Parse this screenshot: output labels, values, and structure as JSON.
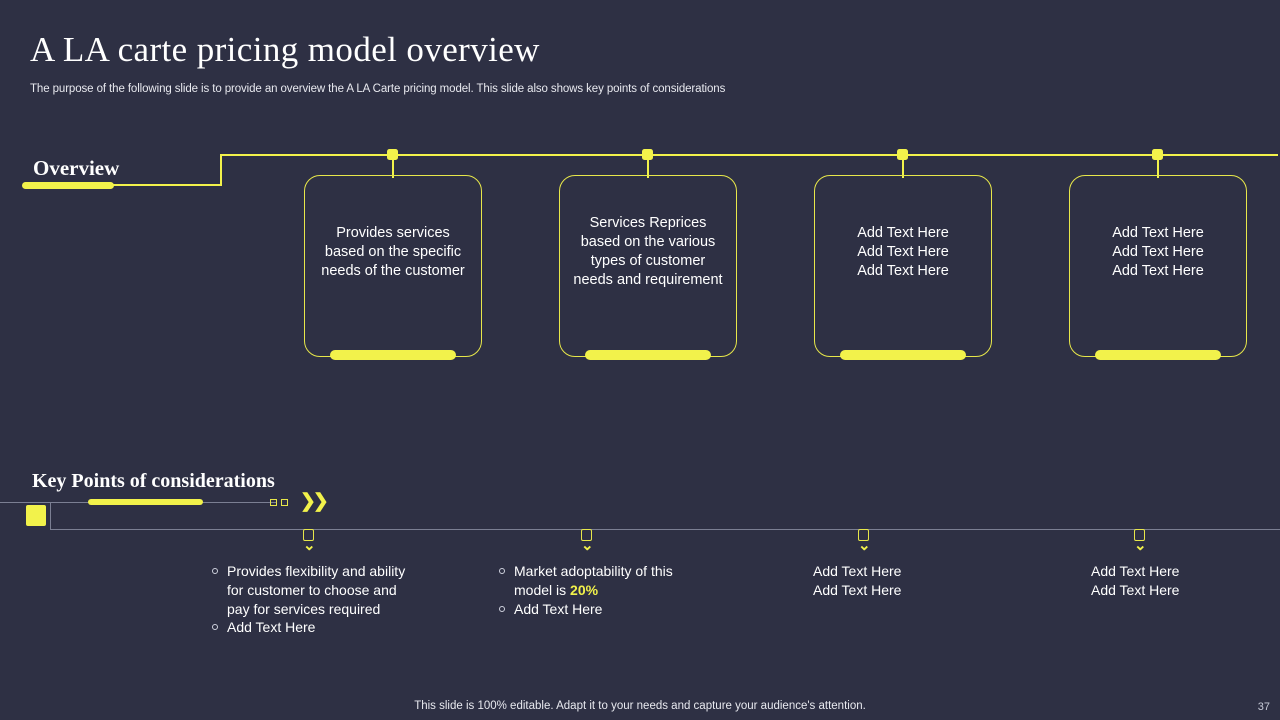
{
  "header": {
    "title": "A LA carte pricing model overview",
    "subtitle": "The purpose of the following slide is to provide an overview the A  LA Carte pricing model. This slide also shows key points of considerations"
  },
  "overview_section": {
    "label": "Overview",
    "cards": [
      {
        "text": "Provides services based on the specific needs of the  customer",
        "align": "center"
      },
      {
        "text": "Services Reprices based on the various types of customer needs and requirement",
        "align": "center"
      },
      {
        "lines": [
          "Add Text Here",
          "Add Text Here",
          "Add Text Here"
        ],
        "align": "left"
      },
      {
        "lines": [
          "Add Text Here",
          "Add Text Here",
          "Add Text Here"
        ],
        "align": "left"
      }
    ]
  },
  "key_points_section": {
    "label": "Key Points of considerations",
    "chevrons": "❯❯",
    "groups": [
      {
        "items": [
          {
            "bullet": true,
            "text": "Provides flexibility and ability for customer to choose and pay for services required"
          },
          {
            "bullet": true,
            "text": "Add Text Here"
          }
        ]
      },
      {
        "items": [
          {
            "bullet": true,
            "text_before": "Market adoptability of this model is ",
            "highlight": "20%",
            "text_after": ""
          },
          {
            "bullet": true,
            "text": "Add Text Here"
          }
        ]
      },
      {
        "items": [
          {
            "bullet": false,
            "text": "Add Text Here"
          },
          {
            "bullet": false,
            "text": "Add Text Here"
          }
        ]
      },
      {
        "items": [
          {
            "bullet": false,
            "text": "Add Text Here"
          },
          {
            "bullet": false,
            "text": "Add Text Here"
          }
        ]
      }
    ],
    "marker_chevron": "⌄"
  },
  "footer": {
    "note": "This slide is 100% editable. Adapt it to your needs and capture your audience's attention.",
    "page_number": "37"
  },
  "colors": {
    "background": "#2e3044",
    "accent": "#f2f24b",
    "text": "#ffffff",
    "muted_line": "#7b7f93"
  }
}
